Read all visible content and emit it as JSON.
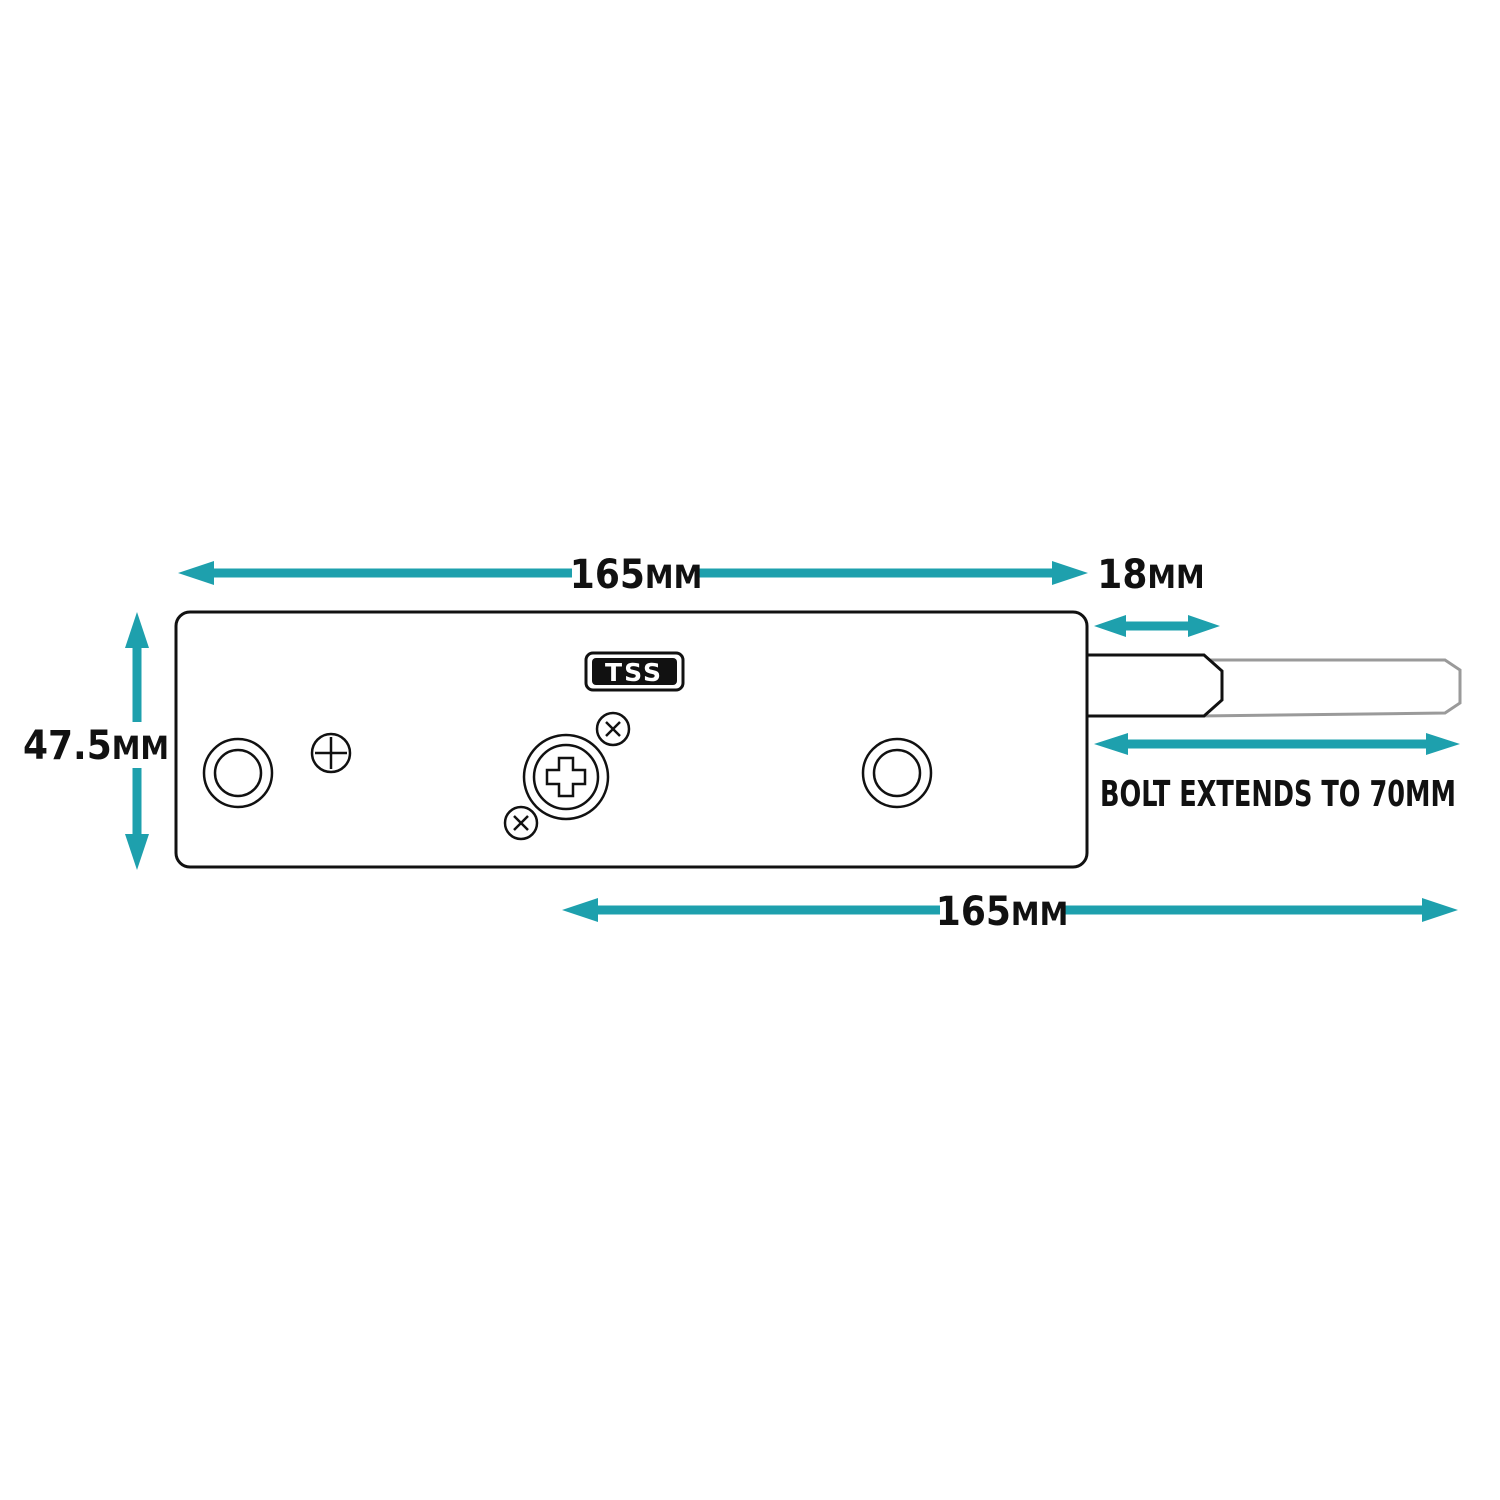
{
  "colors": {
    "dimension": "#1ea0ad",
    "outline": "#111111",
    "ghost_bolt": "#9a9a9a",
    "background": "#ffffff"
  },
  "logo": {
    "text": "TSS"
  },
  "dimensions": {
    "body_length": {
      "value": "165",
      "unit": "MM"
    },
    "bolt_length": {
      "value": "18",
      "unit": "MM"
    },
    "body_height": {
      "value": "47.5",
      "unit": "MM"
    },
    "bolt_extension": {
      "text": "BOLT EXTENDS TO 70MM"
    },
    "total_length": {
      "value": "165",
      "unit": "MM"
    }
  },
  "icons": {
    "mounting_hole_left": "ring-icon",
    "mounting_hole_right": "ring-icon",
    "small_screw": "cross-screw-icon",
    "spindle": "plus-icon",
    "fixing_screws": "x-screw-icon"
  }
}
